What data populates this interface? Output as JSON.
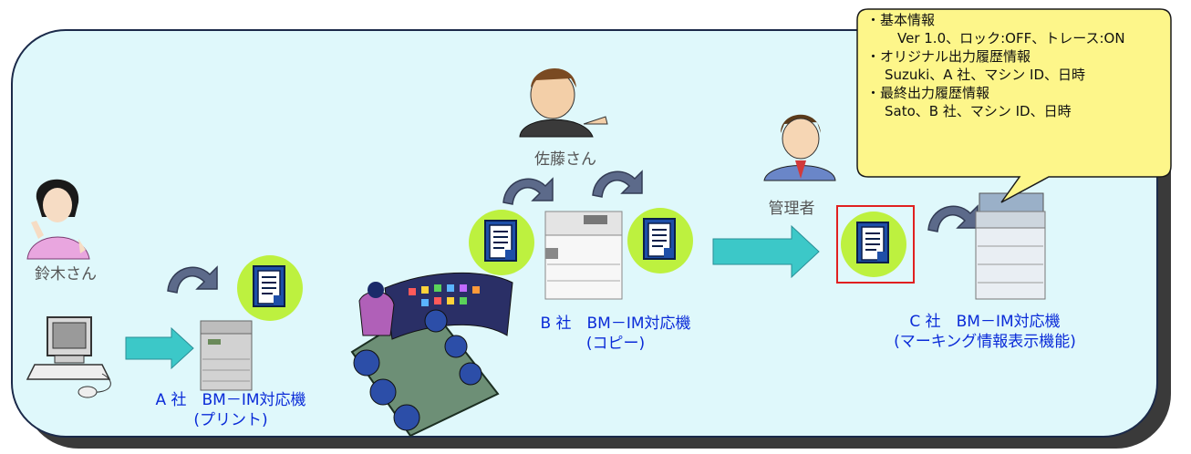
{
  "people": {
    "suzuki": "鈴木さん",
    "sato": "佐藤さん",
    "admin": "管理者"
  },
  "machines": {
    "a": {
      "name": "A 社　BM－IM対応機",
      "mode": "(プリント)"
    },
    "b": {
      "name": "B 社　BM－IM対応機",
      "mode": "(コピー)"
    },
    "c": {
      "name": "C 社　BM－IM対応機",
      "mode": "(マーキング情報表示機能)"
    }
  },
  "bubble": {
    "basic_heading": "・基本情報",
    "basic_detail": "Ver 1.0、ロック:OFF、トレース:ON",
    "original_heading": "・オリジナル出力履歴情報",
    "original_detail": "Suzuki、A 社、マシン ID、日時",
    "final_heading": "・最終出力履歴情報",
    "final_detail": "Sato、B 社、マシン ID、日時"
  },
  "colors": {
    "panel_fill": "#dff8fb",
    "label_blue": "#0a2bd8",
    "bubble_fill": "#fdf68a",
    "arrow_teal": "#3cc8c8",
    "curved_arrow": "#5c6a8a",
    "doc_glow": "#b9f02a",
    "highlight_box": "#e02020"
  }
}
